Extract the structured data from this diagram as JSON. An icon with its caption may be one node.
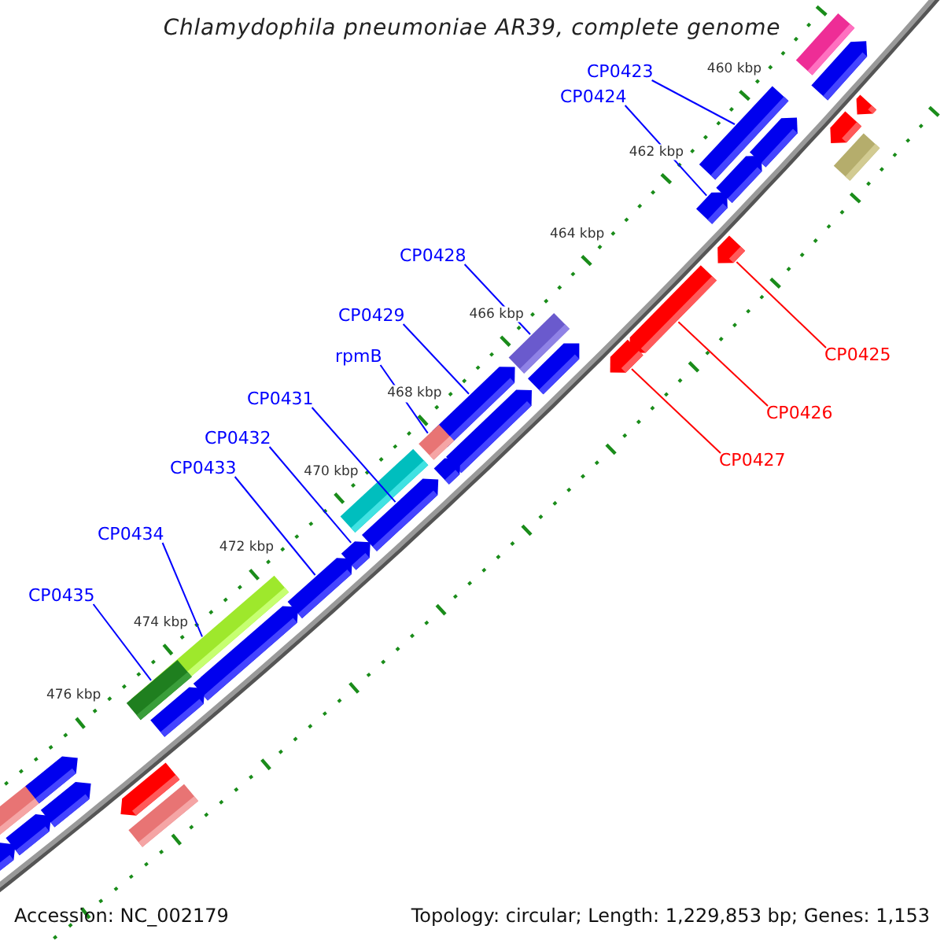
{
  "diagram": {
    "title": "Chlamydophila pneumoniae AR39, complete genome",
    "nodes": [
      {
        "text": [
          "CP0423"
        ]
      },
      {
        "text": [
          "CP0424"
        ]
      },
      {
        "text": [
          "CP0428"
        ]
      },
      {
        "text": [
          "CP0429"
        ]
      },
      {
        "text": [
          "rpmB"
        ]
      },
      {
        "text": [
          "CP0431"
        ]
      },
      {
        "text": [
          "CP0432"
        ]
      },
      {
        "text": [
          "CP0433"
        ]
      },
      {
        "text": [
          "CP0434"
        ]
      },
      {
        "text": [
          "CP0435"
        ]
      },
      {
        "text": [
          "CP0425"
        ]
      },
      {
        "text": [
          "CP0426"
        ]
      },
      {
        "text": [
          "CP0427"
        ]
      },
      {
        "text": [],
        "shape": "bar"
      },
      {
        "text": [],
        "shape": "arrow"
      },
      {
        "text": [],
        "shape": "bar"
      },
      {
        "text": [],
        "shape": "arrow"
      },
      {
        "text": [],
        "shape": "arrow"
      },
      {
        "text": [],
        "shape": "arrow"
      },
      {
        "text": [],
        "shape": "bar"
      },
      {
        "text": [],
        "shape": "arrow"
      },
      {
        "text": [],
        "shape": "arrow"
      },
      {
        "text": [],
        "shape": "bar"
      },
      {
        "text": [],
        "shape": "arrow"
      },
      {
        "text": [],
        "shape": "arrow"
      },
      {
        "text": [],
        "shape": "bar"
      },
      {
        "text": [],
        "shape": "arrow"
      },
      {
        "text": [],
        "shape": "arrow"
      },
      {
        "text": [],
        "shape": "arrow"
      },
      {
        "text": [],
        "shape": "bar"
      },
      {
        "text": [],
        "shape": "bar"
      },
      {
        "text": [],
        "shape": "arrow"
      },
      {
        "text": [],
        "shape": "arrow"
      },
      {
        "text": [],
        "shape": "bar"
      },
      {
        "text": [],
        "shape": "arrow"
      },
      {
        "text": [],
        "shape": "arrow"
      },
      {
        "text": [],
        "shape": "arrow"
      },
      {
        "text": [],
        "shape": "arrow"
      },
      {
        "text": [],
        "shape": "arrow"
      },
      {
        "text": [],
        "shape": "arrow"
      },
      {
        "text": [],
        "shape": "bar"
      },
      {
        "text": [],
        "shape": "arrow"
      },
      {
        "text": [],
        "shape": "arrow"
      },
      {
        "text": [],
        "shape": "arrow"
      },
      {
        "text": [],
        "shape": "arrow"
      },
      {
        "text": [],
        "shape": "bar"
      }
    ],
    "edges": [
      {
        "from": 0,
        "to": 15,
        "arrow": "none"
      },
      {
        "from": 1,
        "to": 18,
        "arrow": "none"
      },
      {
        "from": 2,
        "to": 19,
        "arrow": "none"
      },
      {
        "from": 3,
        "to": 21,
        "arrow": "none"
      },
      {
        "from": 4,
        "to": 22,
        "arrow": "none"
      },
      {
        "from": 5,
        "to": 26,
        "arrow": "none"
      },
      {
        "from": 6,
        "to": 27,
        "arrow": "none"
      },
      {
        "from": 7,
        "to": 28,
        "arrow": "none"
      },
      {
        "from": 8,
        "to": 29,
        "arrow": "none"
      },
      {
        "from": 9,
        "to": 30,
        "arrow": "none"
      },
      {
        "from": 10,
        "to": 41,
        "arrow": "none",
        "color": "#ff0000"
      },
      {
        "from": 11,
        "to": 42,
        "arrow": "none",
        "color": "#ff0000"
      },
      {
        "from": 12,
        "to": 43,
        "arrow": "none",
        "color": "#ff0000"
      }
    ],
    "labels": [
      "460 kbp",
      "462 kbp",
      "464 kbp",
      "466 kbp",
      "468 kbp",
      "470 kbp",
      "472 kbp",
      "474 kbp",
      "476 kbp",
      "Accession: NC_002179",
      "Topology: circular; Length: 1,229,853 bp; Genes: 1,153"
    ]
  }
}
